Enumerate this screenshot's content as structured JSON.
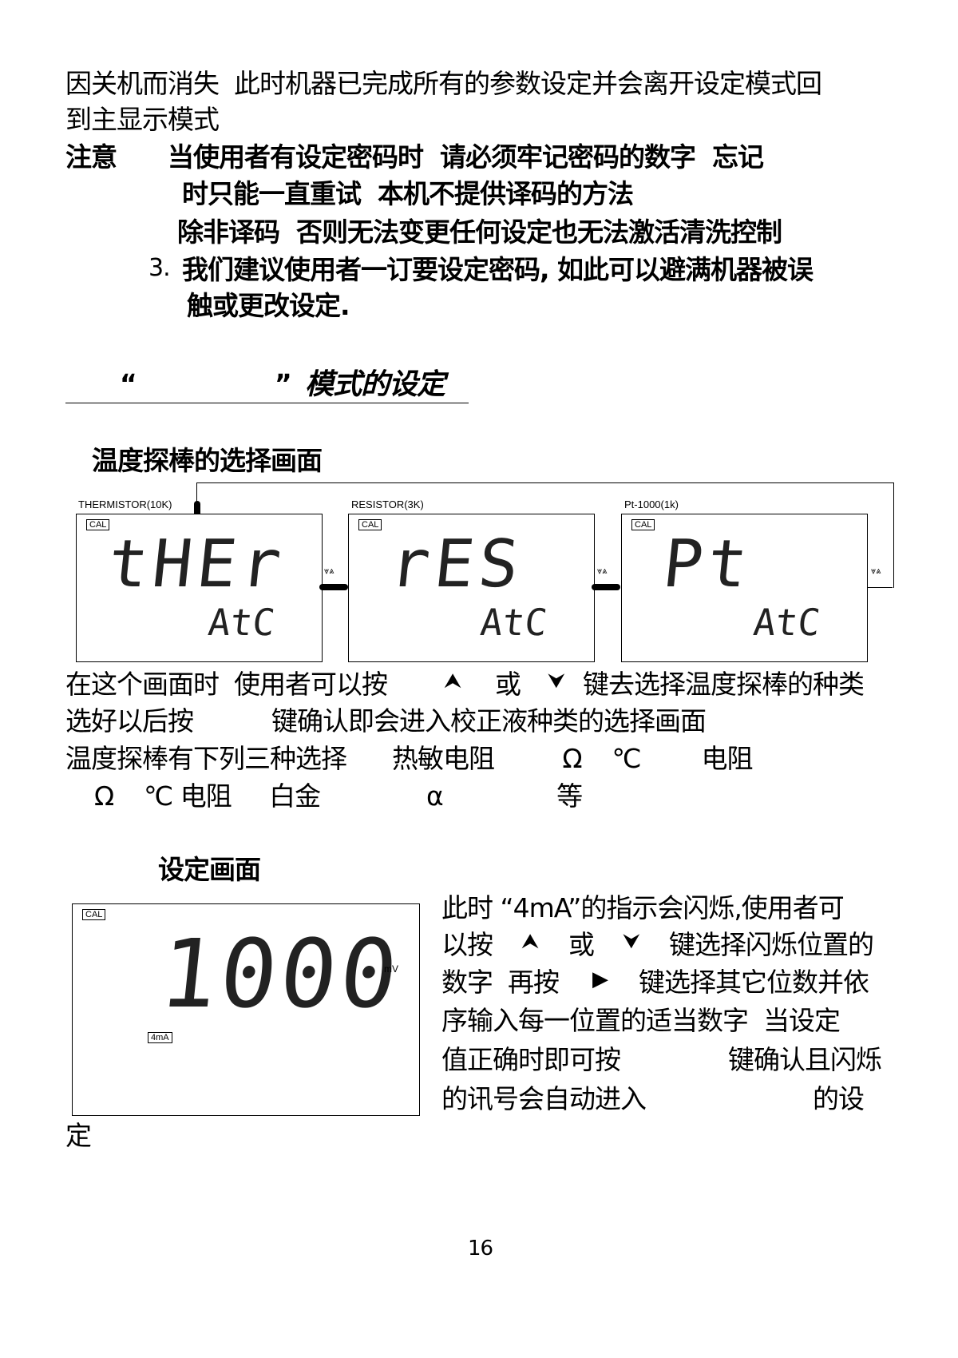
{
  "lines": {
    "l1": "因关机而消失  此时机器已完成所有的参数设定并会离开设定模式回",
    "l2": "到主显示模式",
    "n_label": "注意",
    "n1": "当使用者有设定密码时  请必须牢记密码的数字  忘记",
    "n2": "时只能一直重试  本机不提供译码的方法",
    "n3": "除非译码  否则无法变更任何设定也无法激活清洗控制",
    "n4_num": "3.",
    "n4": "我们建议使用者一订要设定密码, 如此可以避满机器被误",
    "n5": "触或更改设定."
  },
  "section": {
    "open_quote": "“",
    "close_quote": "”",
    "title": "模式的设定"
  },
  "probe": {
    "heading": "温度探棒的选择画面",
    "screens": [
      {
        "label": "THERMISTOR(10K)",
        "cal": "CAL",
        "main": "tHEr",
        "sub": "AtC"
      },
      {
        "label": "RESISTOR(3K)",
        "cal": "CAL",
        "main": "rES",
        "sub": "AtC"
      },
      {
        "label": "Pt-1000(1k)",
        "cal": "CAL",
        "main": "Pt",
        "sub": "AtC"
      }
    ],
    "arrows": "⩔⩓",
    "p1": "在这个画面时  使用者可以按",
    "up": "⮝",
    "or": "或",
    "down": "⮟",
    "p1b": "键去选择温度探棒的种类",
    "p2": "选好以后按",
    "p2b": "键确认即会进入校正液种类的选择画面",
    "p3": "温度探棒有下列三种选择      热敏电阻         Ω    ℃        电阻",
    "p4": "Ω    ℃ 电阻     白金              α               等"
  },
  "setting": {
    "heading": "设定画面",
    "cal": "CAL",
    "value": "1000",
    "unit": "mV",
    "indicator": "4mA",
    "r1": "此时 “4mA”的指示会闪烁,使用者可",
    "r2a": "以按",
    "r2b": "或",
    "r2c": "键选择闪烁位置的",
    "r3a": "数字  再按",
    "right": "▶",
    "r3b": "键选择其它位数并依",
    "r4": "序输入每一位置的适当数字  当设定",
    "r5a": "值正确时即可按",
    "r5b": "键确认且闪烁",
    "r6a": "的讯号会自动进入",
    "r6b": "的设",
    "r7": "定"
  },
  "page_number": "16"
}
